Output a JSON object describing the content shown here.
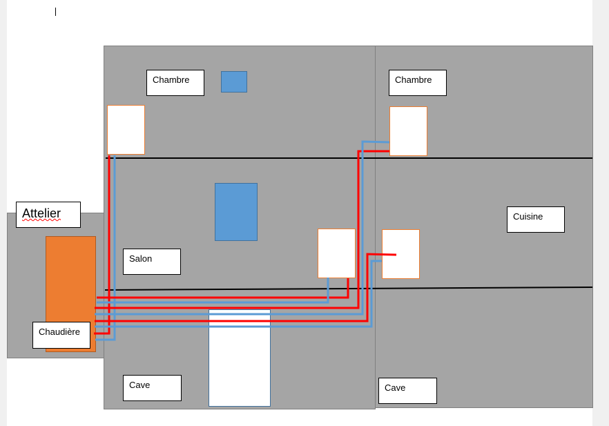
{
  "rooms": {
    "chambre_left": "Chambre",
    "chambre_right": "Chambre",
    "salon": "Salon",
    "cuisine": "Cuisine",
    "attelier": "Attelier",
    "chaudiere": "Chaudière",
    "cave_left": "Cave",
    "cave_right": "Cave"
  },
  "colors": {
    "hot_pipe": "#ff0000",
    "cold_pipe": "#5b9bd5",
    "boiler": "#ed7d31",
    "room": "#a5a5a5"
  }
}
